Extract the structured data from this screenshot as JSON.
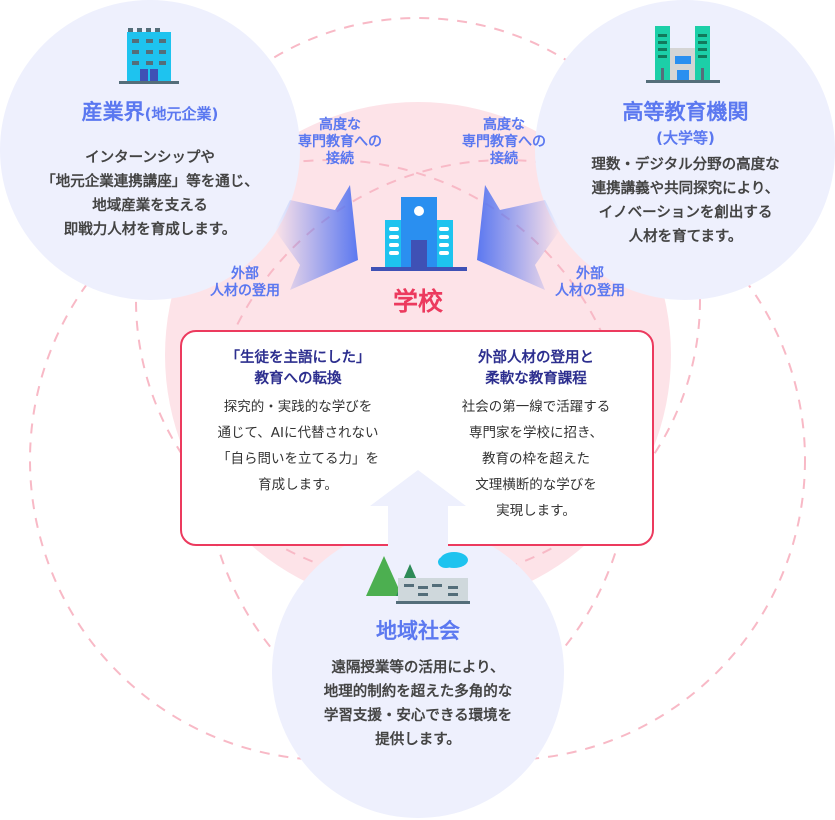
{
  "industry": {
    "title": "産業界",
    "subtitle": "(地元企業)",
    "lines": [
      "インターンシップや",
      "「地元企業連携講座」等を通じ、",
      "地域産業を支える",
      "即戦力人材を育成します。"
    ],
    "icon": "office-building-icon"
  },
  "higher_ed": {
    "title": "高等教育機関",
    "subtitle": "(大学等)",
    "lines": [
      "理数・デジタル分野の高度な",
      "連携講義や共同探究により、",
      "イノベーションを創出する",
      "人材を育てます。"
    ],
    "icon": "university-icon"
  },
  "community": {
    "title": "地域社会",
    "lines": [
      "遠隔授業等の活用により、",
      "地理的制約を超えた多角的な",
      "学習支援・安心できる環境を",
      "提供します。"
    ],
    "icon": "town-icon"
  },
  "school": {
    "title": "学校",
    "icon": "school-icon",
    "left": {
      "heading": [
        "「生徒を主語にした」",
        "教育への転換"
      ],
      "lines": [
        "探究的・実践的な学びを",
        "通じて、AIに代替されない",
        "「自ら問いを立てる力」を",
        "育成します。"
      ]
    },
    "right": {
      "heading": [
        "外部人材の登用と",
        "柔軟な教育課程"
      ],
      "lines": [
        "社会の第一線で活躍する",
        "専門家を学校に招き、",
        "教育の枠を超えた",
        "文理横断的な学びを",
        "実現します。"
      ]
    }
  },
  "flows": {
    "left_up": [
      "高度な",
      "専門教育への",
      "接続"
    ],
    "left_down": [
      "外部",
      "人材の登用"
    ],
    "right_up": [
      "高度な",
      "専門教育への",
      "接続"
    ],
    "right_down": [
      "外部",
      "人材の登用"
    ]
  },
  "colors": {
    "accent": "#5b78f0",
    "school_red": "#ec3a5e",
    "pink_bg": "#fde3e8",
    "circle_bg": "#eef0fd"
  }
}
